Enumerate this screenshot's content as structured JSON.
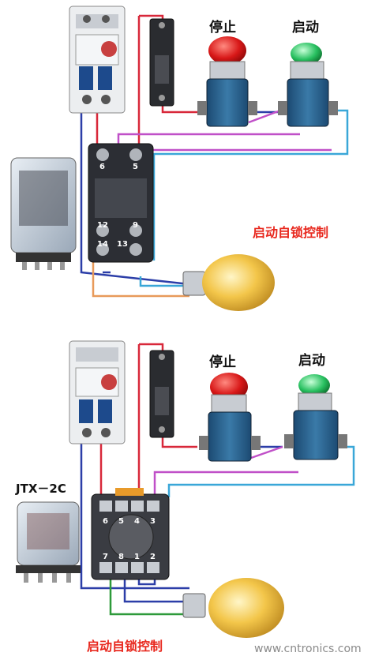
{
  "top_panel": {
    "stop_label": "停止",
    "start_label": "启动",
    "caption": "启动自锁控制",
    "base_terminals": [
      "6",
      "5",
      "12",
      "9",
      "14",
      "13"
    ]
  },
  "bottom_panel": {
    "stop_label": "停止",
    "start_label": "启动",
    "relay_model": "JTX－2C",
    "caption": "启动自锁控制",
    "base_terminals_top": [
      "6",
      "5",
      "4",
      "3"
    ],
    "base_terminals_bottom": [
      "7",
      "8",
      "1",
      "2"
    ]
  },
  "watermark": "www.cntronics.com",
  "colors": {
    "wire_red": "#d8283a",
    "wire_blue": "#2c3ea8",
    "wire_magenta": "#c050c8",
    "wire_cyan": "#3aa7d8",
    "wire_orange": "#e89a5a",
    "wire_green": "#2e9a3a",
    "caption_red": "#e8281e"
  }
}
